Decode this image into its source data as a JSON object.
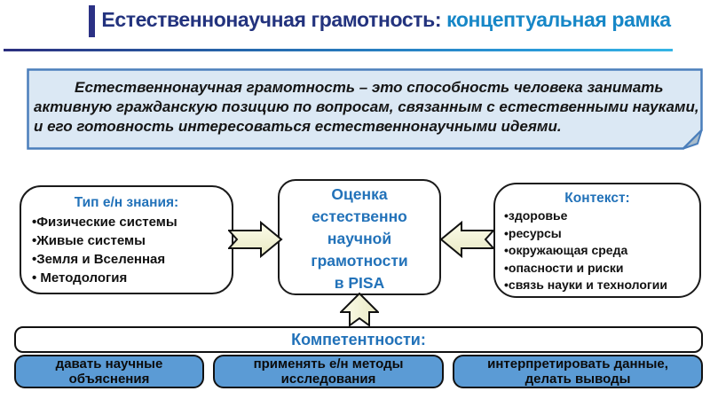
{
  "title": {
    "part1": "Естественнонаучная грамотность:",
    "part2": " концептуальная рамка"
  },
  "definition": {
    "lines": [
      "Естественнонаучная грамотность – это способность человека занимать",
      "активную гражданскую позицию по вопросам, связанным с естественными науками,",
      "и его готовность интересоваться естественнонаучными идеями."
    ]
  },
  "knowledge_box": {
    "title": "Тип е/н знания:",
    "items": [
      "•Физические системы",
      "•Живые системы",
      "•Земля и Вселенная",
      "• Методология"
    ]
  },
  "center_box": {
    "lines": [
      "Оценка",
      "естественно",
      "научной",
      "грамотности",
      "в PISA"
    ]
  },
  "context_box": {
    "title": "Контекст:",
    "items": [
      "•здоровье",
      "•ресурсы",
      "•окружающая среда",
      "•опасности и риски",
      "•связь науки и технологии"
    ]
  },
  "competencies": {
    "title": "Компетентности:",
    "boxes": [
      {
        "line1": "давать научные",
        "line2": "объяснения"
      },
      {
        "line1": "применять е/н  методы",
        "line2": "исследования"
      },
      {
        "line1": "интерпретировать данные,",
        "line2": "делать выводы"
      }
    ]
  },
  "icons": {
    "arrow_right": "notched-right-arrow",
    "arrow_left": "notched-left-arrow",
    "arrow_up": "notched-up-arrow",
    "folded_corner": "folded-corner"
  },
  "colors": {
    "title_dark": "#23337e",
    "title_light": "#1787c7",
    "accent_blue": "#2272b9",
    "definition_bg": "#dbe8f4",
    "definition_border": "#4a7ebb",
    "competency_fill": "#5b9bd5",
    "arrow_fill_light": "#fcfce9",
    "arrow_fill_dark": "#e9e9c4",
    "rule_gradient_start": "#2b2e7e",
    "rule_gradient_end": "#35b5e5"
  }
}
